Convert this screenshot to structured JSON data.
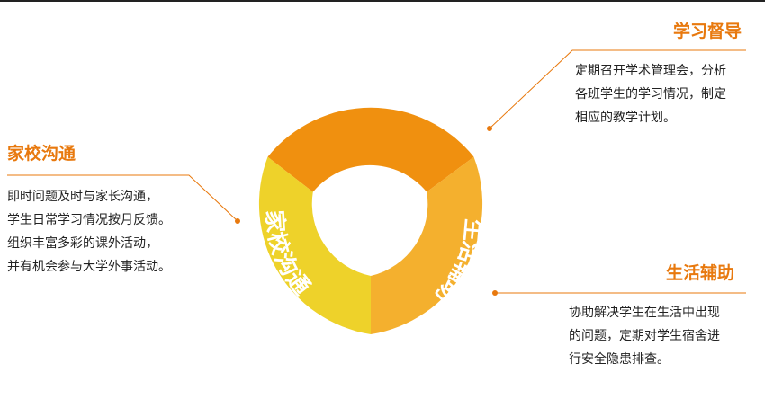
{
  "colors": {
    "accent": "#e8790e",
    "segment_top": "#f0900f",
    "segment_right": "#f4b02e",
    "segment_left": "#eed22a",
    "text": "#222222"
  },
  "segments": {
    "supervision": "学习督导",
    "life": "生活辅助",
    "home": "家校沟通"
  },
  "supervision": {
    "heading": "学习督导",
    "lines": [
      "定期召开学术管理会，分析",
      "各班学生的学习情况，制定",
      "相应的教学计划。"
    ]
  },
  "home": {
    "heading": "家校沟通",
    "lines": [
      "即时问题及时与家长沟通，",
      "学生日常学习情况按月反馈。",
      "组织丰富多彩的课外活动，",
      "并有机会参与大学外事活动。"
    ]
  },
  "life": {
    "heading": "生活辅助",
    "lines": [
      "协助解决学生在生活中出现",
      "的问题，定期对学生宿舍进",
      "行安全隐患排查。"
    ]
  }
}
